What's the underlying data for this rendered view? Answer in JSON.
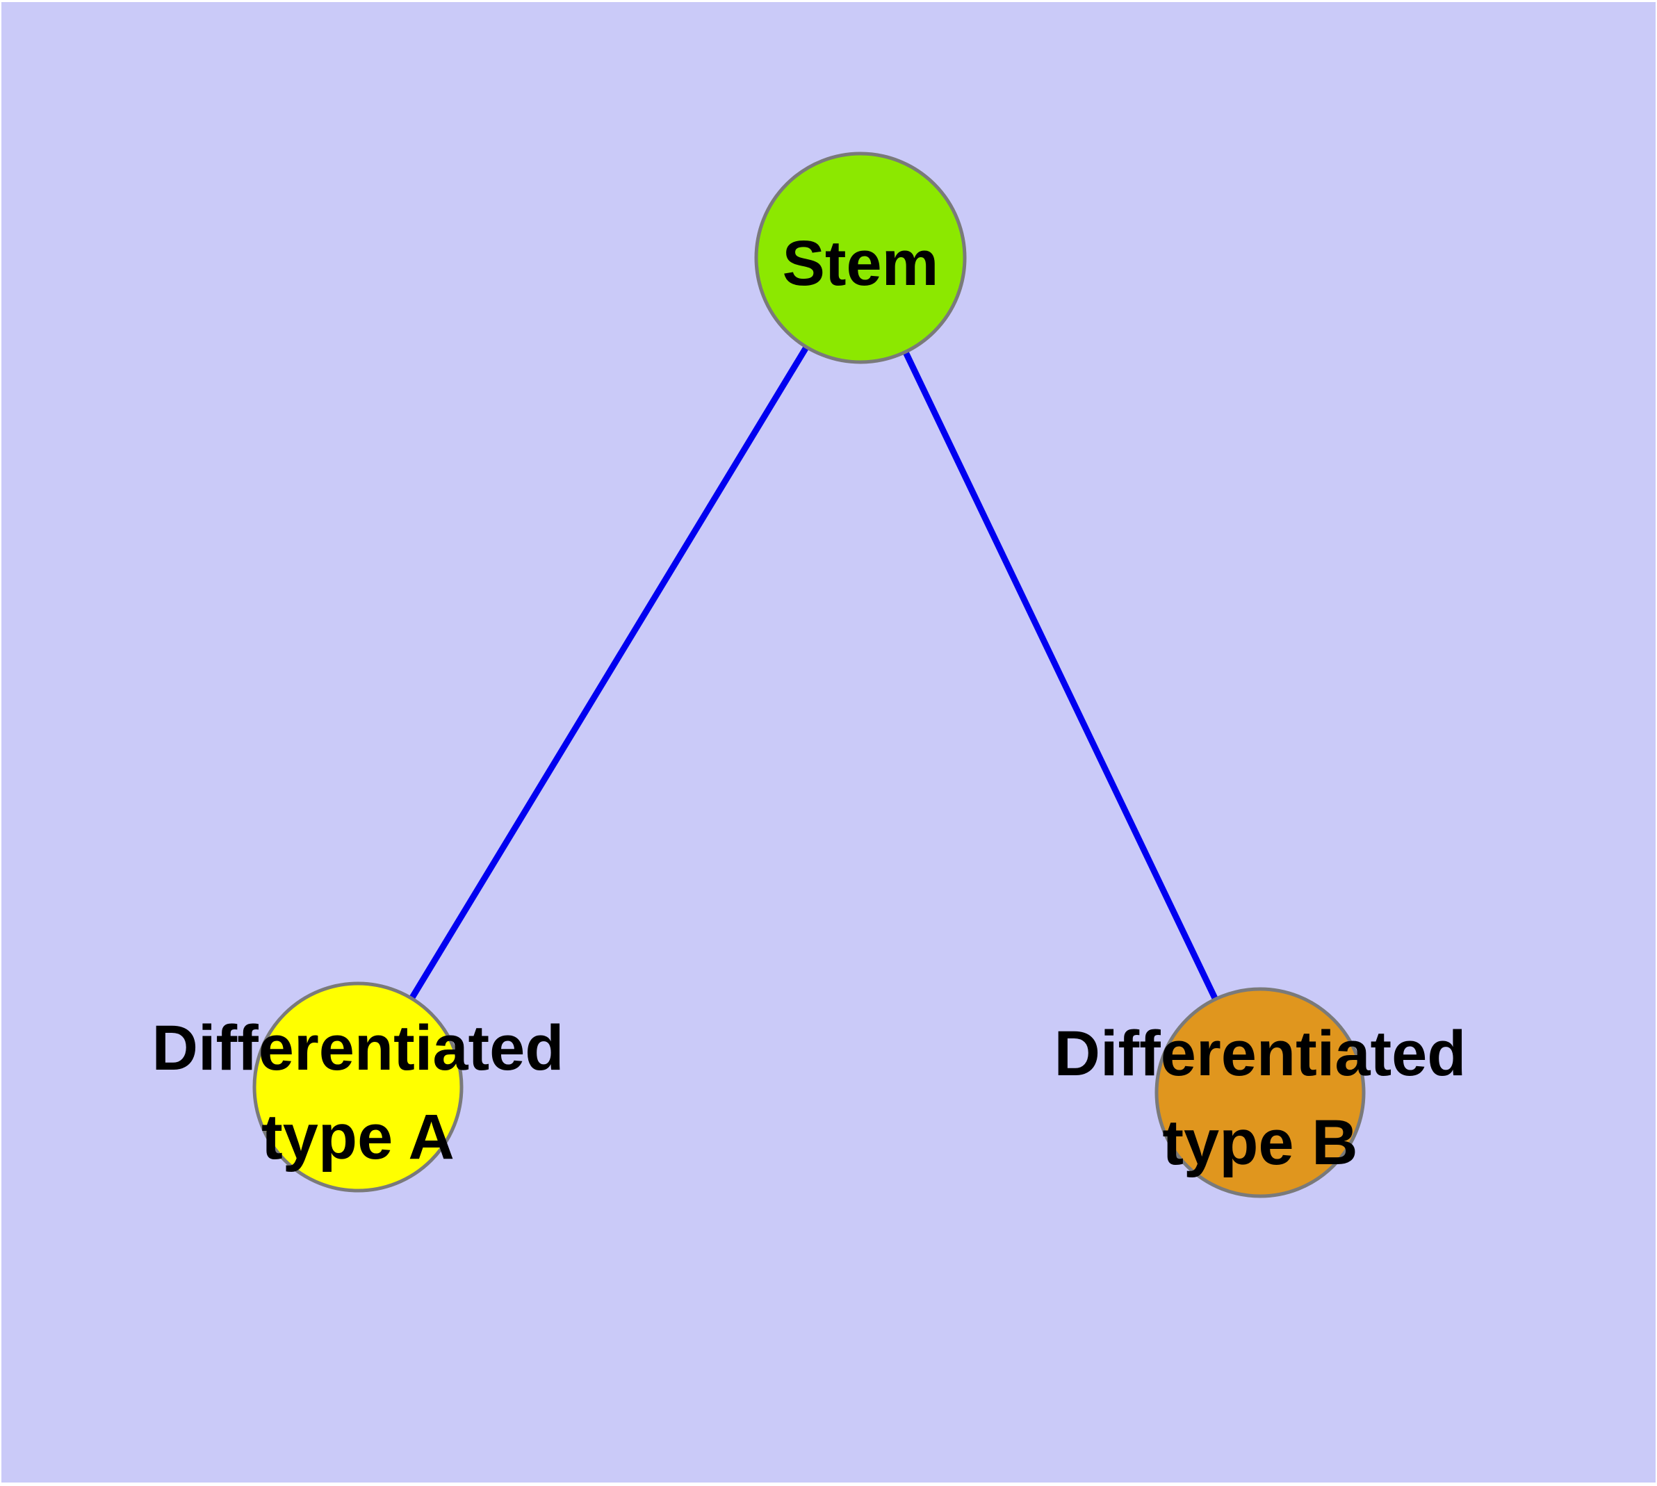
{
  "figure": {
    "background_color": "#CACAF8",
    "frame_color": "#FFFFFF",
    "node_border_color": "#7A7A7A",
    "edge_color": "#0000F0",
    "label_color": "#000000",
    "nodes": {
      "stem": {
        "label": "Stem",
        "fill": "#8CE800"
      },
      "type_a": {
        "label_line1": "Differentiated",
        "label_line2": "type A",
        "fill": "#FFFF00"
      },
      "type_b": {
        "label_line1": "Differentiated",
        "label_line2": "type B",
        "fill": "#E0961E"
      }
    },
    "edges": [
      {
        "from": "Stem",
        "to": "Differentiated type A"
      },
      {
        "from": "Stem",
        "to": "Differentiated type B"
      }
    ]
  }
}
